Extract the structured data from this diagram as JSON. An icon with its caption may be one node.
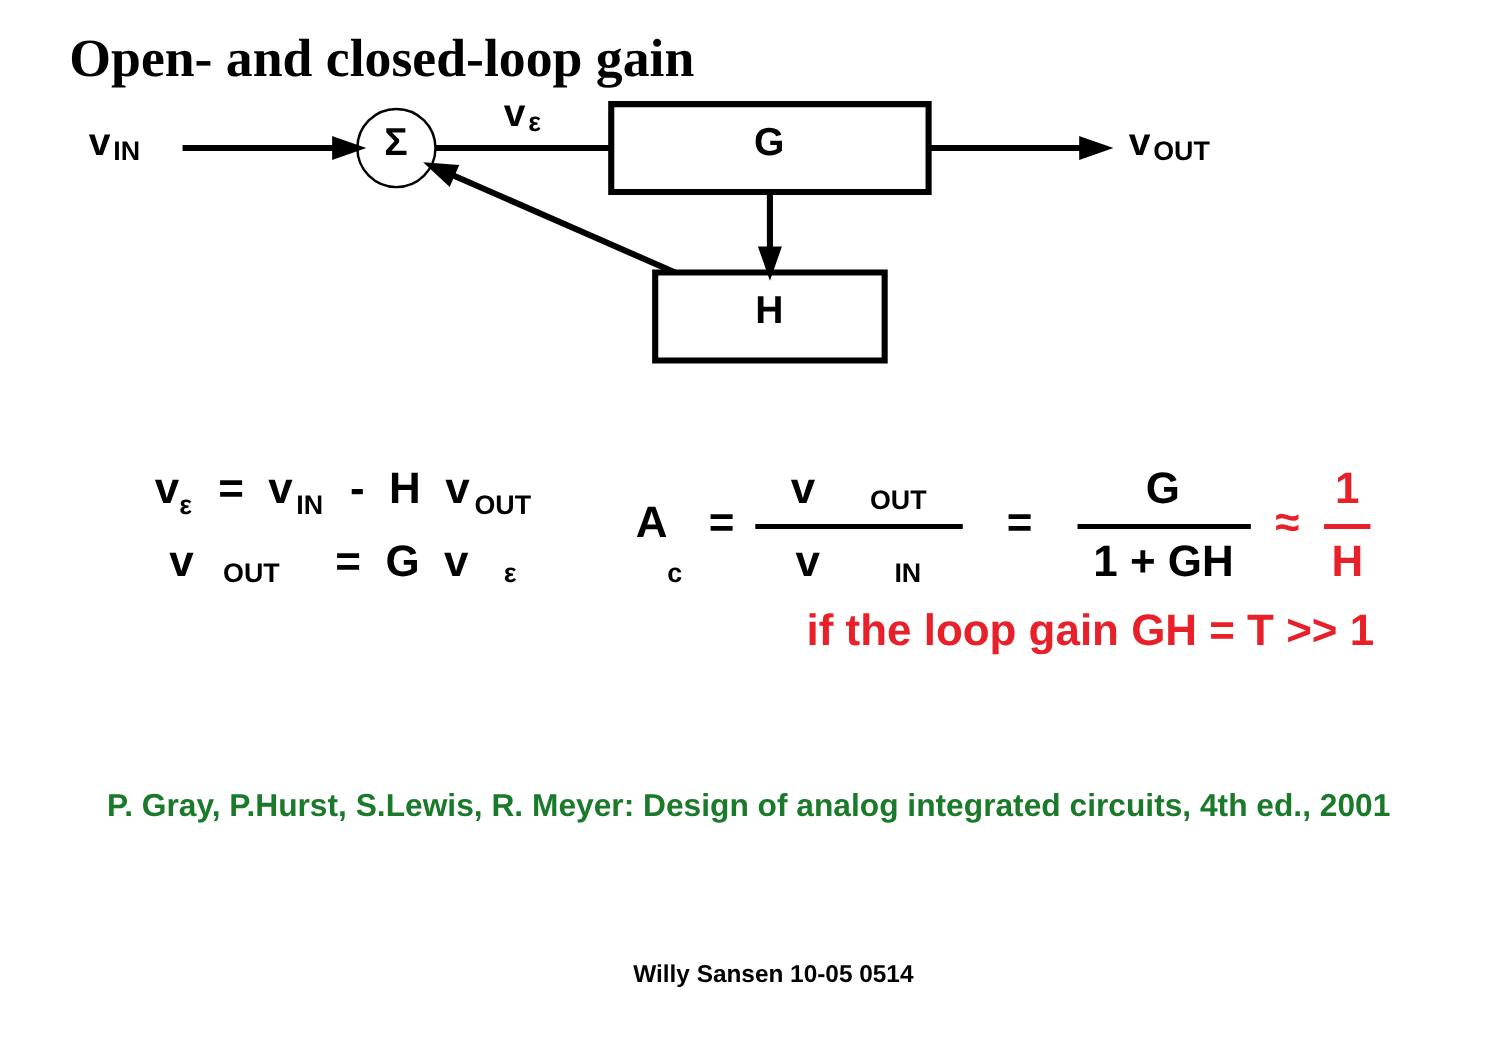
{
  "diagram": {
    "title": "Open- and closed-loop gain",
    "nodes": [
      {
        "text": [
          "v$_{IN}$"
        ]
      },
      {
        "text": [
          "Σ"
        ]
      },
      {
        "text": [
          "G"
        ]
      },
      {
        "text": [
          "H"
        ]
      },
      {
        "text": [
          "v$_{OUT}$"
        ]
      }
    ],
    "edges": [
      {
        "from": 0,
        "to": 1,
        "arrow": "to"
      },
      {
        "from": 1,
        "to": 2,
        "arrow": "none",
        "label": "v$_{ε}$"
      },
      {
        "from": 2,
        "to": 4,
        "arrow": "to"
      },
      {
        "from": 2,
        "to": 3,
        "arrow": "to"
      },
      {
        "from": 3,
        "to": 1,
        "arrow": "to"
      }
    ],
    "labels": [
      "v$_{ε}$ = v$_{IN}$ - H v$_{OUT}$",
      "v$_{OUT}$ = G v$_{ε}$",
      "A$_{c}$ =",
      "v$_{OUT}$",
      "v$_{IN}$",
      "=",
      "G",
      "1 + GH",
      "≈",
      "1",
      "H",
      "if the loop gain GH = T >> 1",
      "P. Gray, P.Hurst, S.Lewis, R. Meyer: Design of analog integrated circuits, 4th ed., 2001",
      "Willy Sansen 10-05 0514"
    ]
  }
}
